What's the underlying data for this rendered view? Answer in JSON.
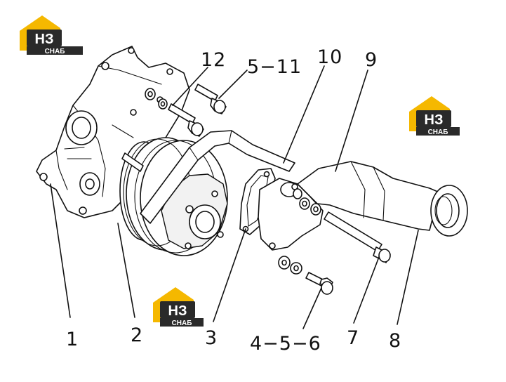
{
  "diagram": {
    "callouts": [
      {
        "id": "c1",
        "label": "1"
      },
      {
        "id": "c2",
        "label": "2"
      },
      {
        "id": "c3",
        "label": "3"
      },
      {
        "id": "c4-6",
        "label": "4−5−6"
      },
      {
        "id": "c7",
        "label": "7"
      },
      {
        "id": "c8",
        "label": "8"
      },
      {
        "id": "c9",
        "label": "9"
      },
      {
        "id": "c10",
        "label": "10"
      },
      {
        "id": "c5-11",
        "label": "5−11"
      },
      {
        "id": "c12",
        "label": "12"
      }
    ]
  },
  "watermark": {
    "top_text": "НЗ",
    "bottom_text": "СНАБ",
    "color_yellow": "#f5b800",
    "color_dark": "#2a2a2a"
  }
}
